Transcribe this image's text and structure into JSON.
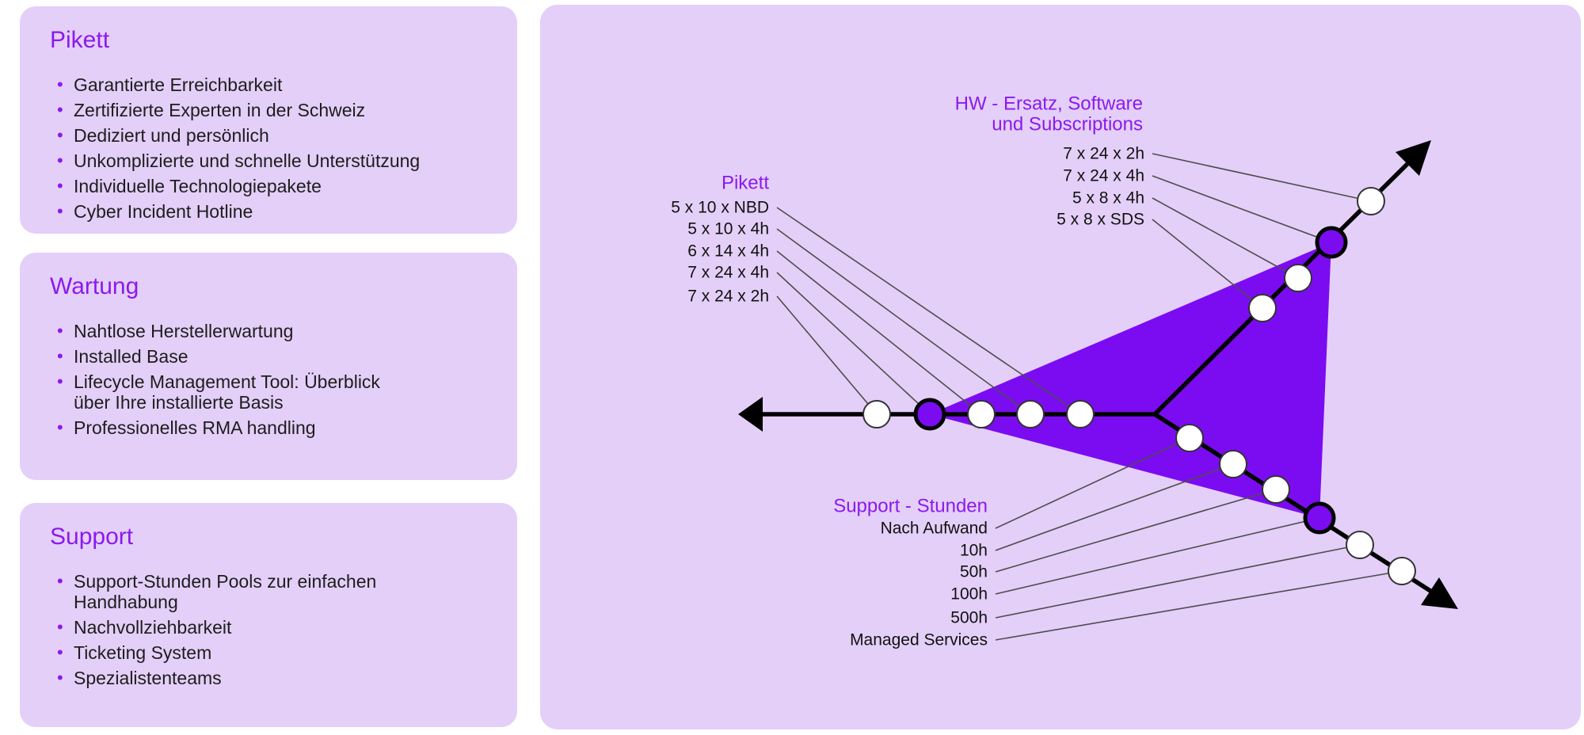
{
  "colors": {
    "panel_background": "#E4CFF8",
    "accent_purple": "#8B1AEE",
    "selection_fill": "#7B0CF2",
    "body_text": "#1d1d1d",
    "axis_black": "#000000",
    "leader_gray": "#4d4d4d",
    "point_white": "#ffffff"
  },
  "panels": [
    {
      "title": "Pikett",
      "bullets": [
        [
          "Garantierte Erreichbarkeit"
        ],
        [
          "Zertifizierte Experten in der Schweiz"
        ],
        [
          "Dediziert und persönlich"
        ],
        [
          "Unkomplizierte und schnelle Unterstützung"
        ],
        [
          "Individuelle Technologiepakete"
        ],
        [
          "Cyber Incident Hotline"
        ]
      ]
    },
    {
      "title": "Wartung",
      "bullets": [
        [
          "Nahtlose Herstellerwartung"
        ],
        [
          "Installed Base"
        ],
        [
          "Lifecycle Management Tool: Überblick",
          "über Ihre installierte Basis"
        ],
        [
          "Professionelles RMA handling"
        ]
      ]
    },
    {
      "title": "Support",
      "bullets": [
        [
          "Support-Stunden Pools zur einfachen",
          "Handhabung"
        ],
        [
          "Nachvollziehbarkeit"
        ],
        [
          "Ticketing System"
        ],
        [
          "Spezialistenteams"
        ]
      ]
    }
  ],
  "diagram": {
    "axes": [
      {
        "id": "pikett",
        "title_lines": [
          "Pikett"
        ],
        "labels": [
          "5 x 10 x NBD",
          "5 x 10 x 4h",
          "6 x 14 x 4h",
          "7 x 24 x 4h",
          "7 x 24 x 2h"
        ],
        "selected_index": 3
      },
      {
        "id": "hw",
        "title_lines": [
          "HW - Ersatz, Software",
          "und Subscriptions"
        ],
        "labels": [
          "7 x 24 x 2h",
          "7 x 24 x 4h",
          "5 x 8 x 4h",
          "5 x 8 x SDS"
        ],
        "selected_index": 1
      },
      {
        "id": "support",
        "title_lines": [
          "Support - Stunden"
        ],
        "labels": [
          "Nach Aufwand",
          "10h",
          "50h",
          "100h",
          "500h",
          "Managed Services"
        ],
        "selected_index": 3
      }
    ]
  },
  "chart_data": {
    "type": "radar",
    "title": "",
    "axes": [
      {
        "name": "Pikett",
        "options_inner_to_outer": [
          "5 x 10 x NBD",
          "5 x 10 x 4h",
          "6 x 14 x 4h",
          "7 x 24 x 4h",
          "7 x 24 x 2h"
        ],
        "selected": "7 x 24 x 4h"
      },
      {
        "name": "HW - Ersatz, Software und Subscriptions",
        "options_inner_to_outer": [
          "5 x 8 x SDS",
          "5 x 8 x 4h",
          "7 x 24 x 4h",
          "7 x 24 x 2h"
        ],
        "selected": "7 x 24 x 4h"
      },
      {
        "name": "Support - Stunden",
        "options_inner_to_outer": [
          "Nach Aufwand",
          "10h",
          "50h",
          "100h",
          "500h",
          "Managed Services"
        ],
        "selected": "100h"
      }
    ],
    "legend_position": "none",
    "grid": false
  }
}
